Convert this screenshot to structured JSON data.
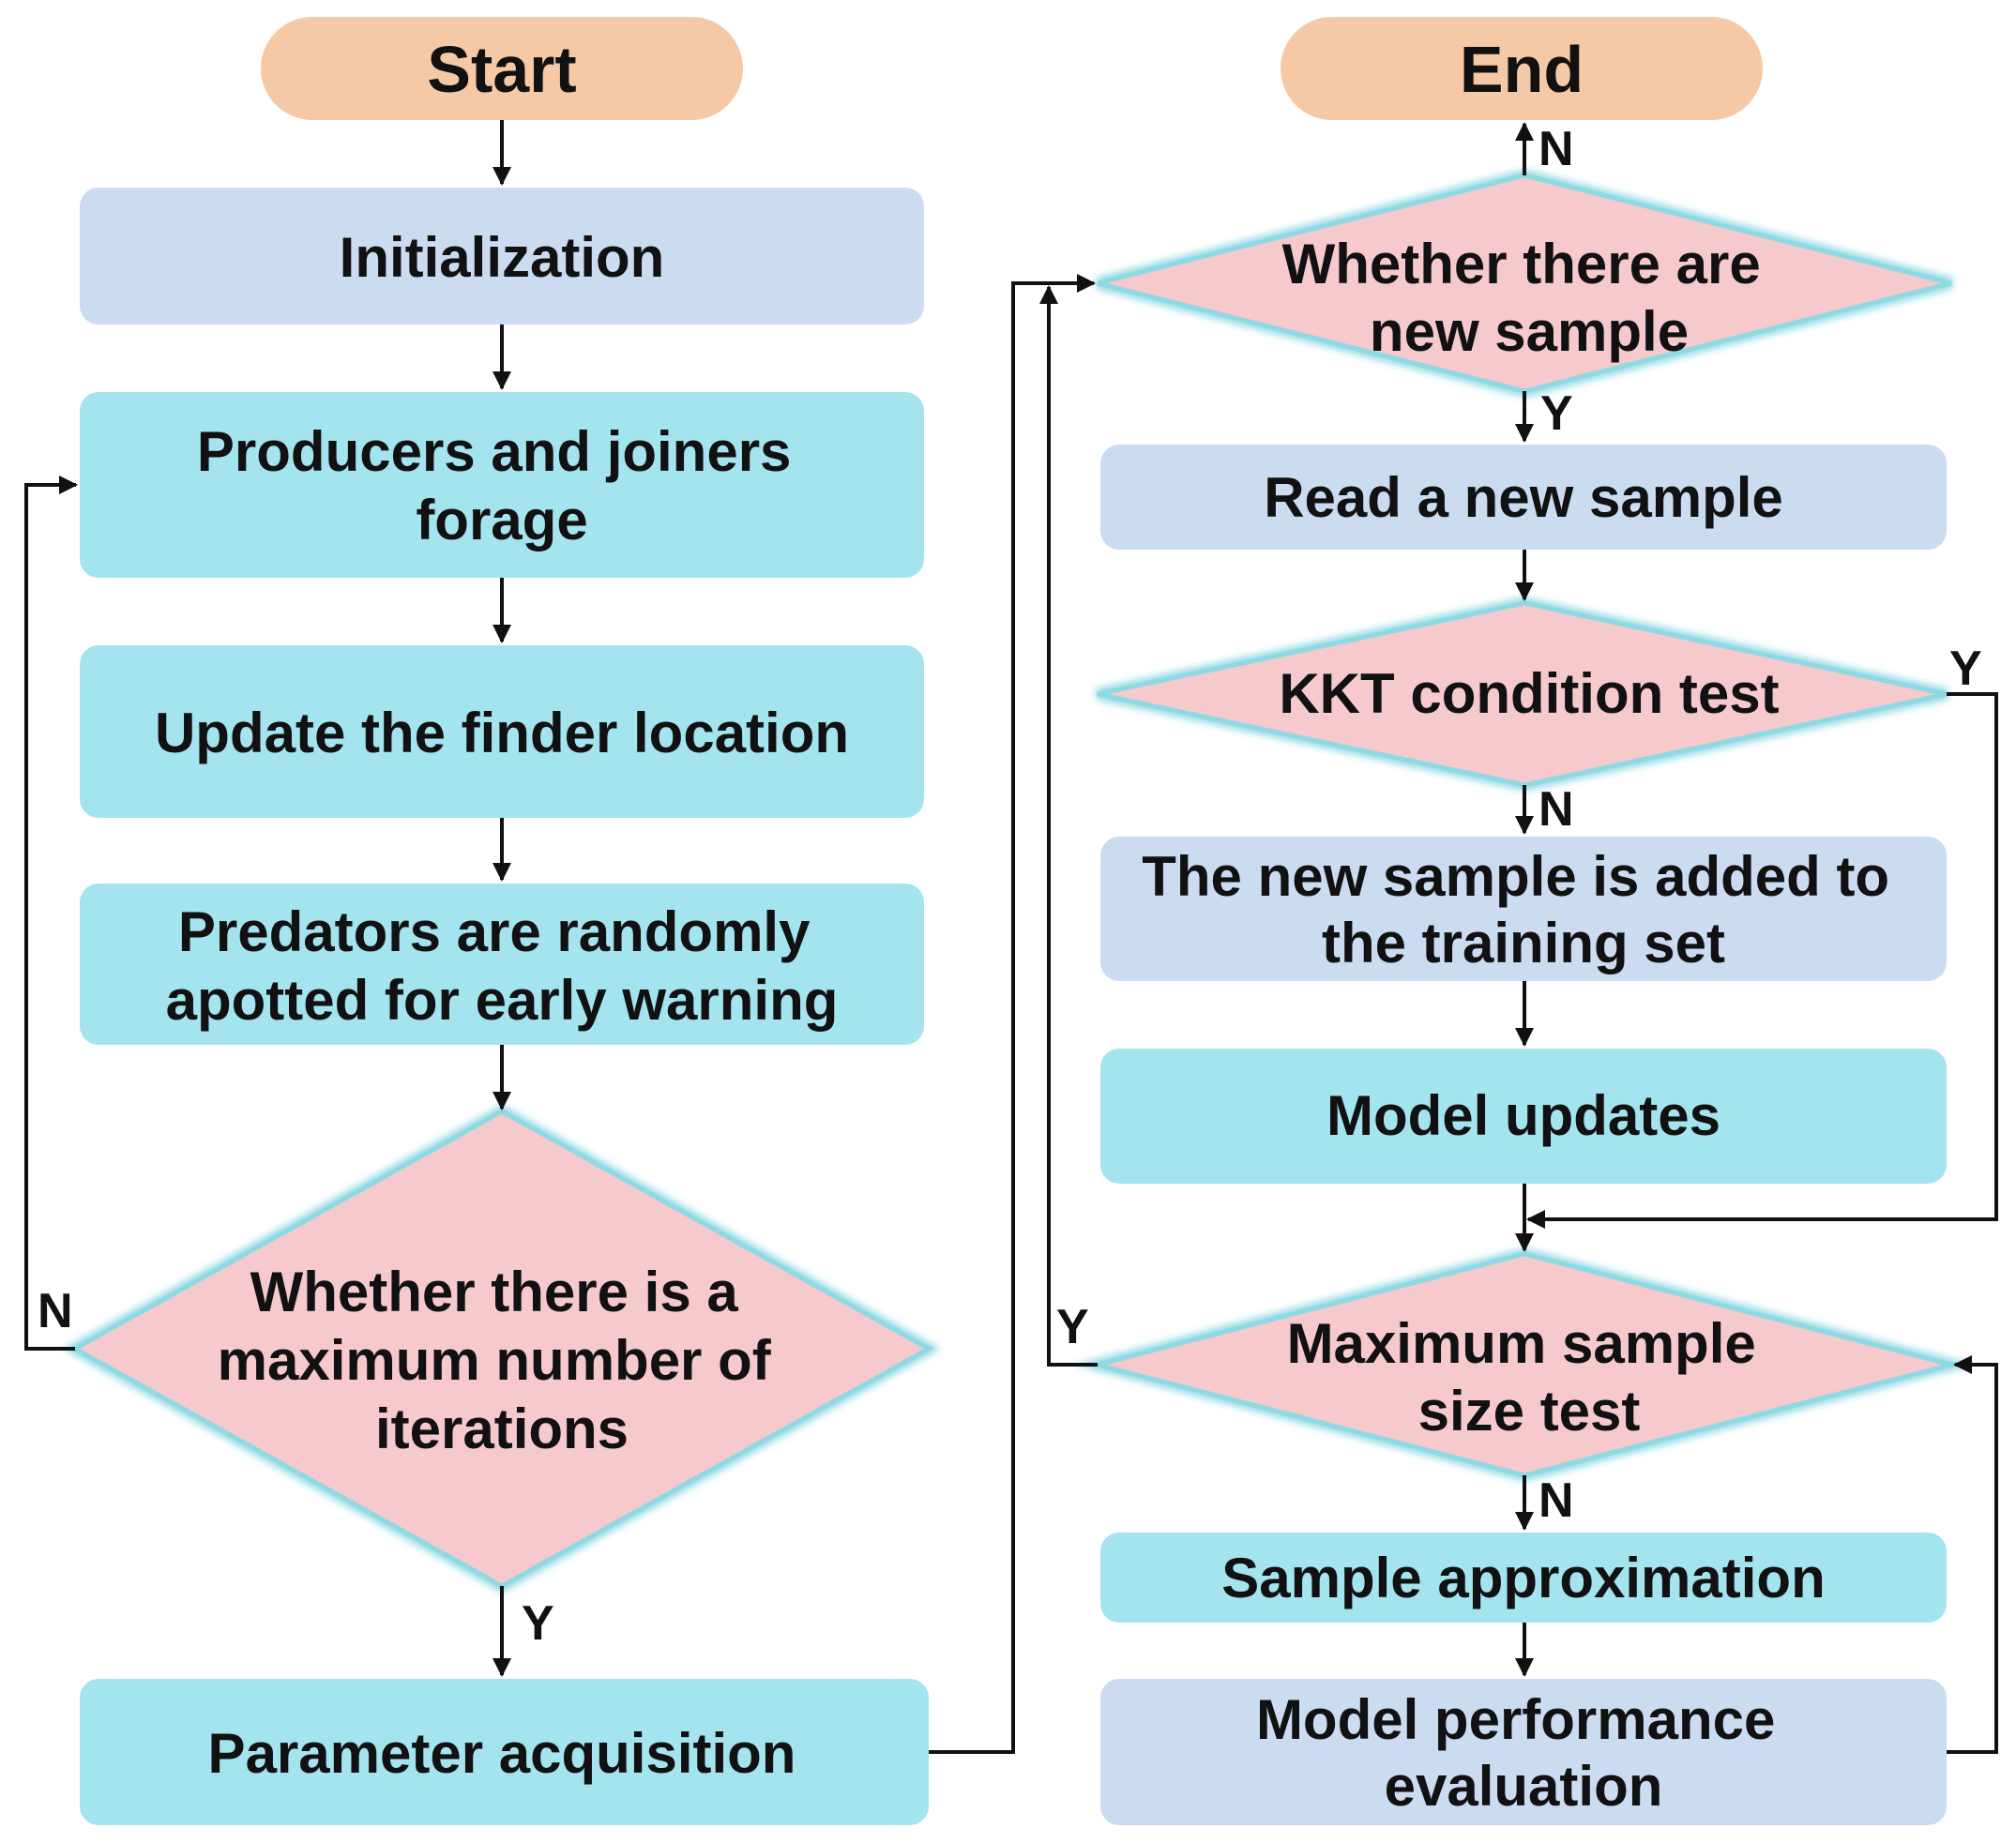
{
  "colors": {
    "terminal": "#f6c9a6",
    "process_blue": "#cbdcf1",
    "process_cyan": "#a4e4ee",
    "decision_fill": "#f6c9cc",
    "decision_border": "#8fd9e3",
    "line": "#111111"
  },
  "nodes": {
    "start": "Start",
    "end": "End",
    "initialization": "Initialization",
    "producers": [
      "Producers and joiners",
      "forage"
    ],
    "update_finder": "Update the finder location",
    "predators": [
      "Predators are randomly",
      "apotted for early warning"
    ],
    "max_iterations": [
      "Whether there is a",
      "maximum number of",
      "iterations"
    ],
    "parameter_acquisition": "Parameter acquisition",
    "new_sample_check": [
      "Whether there are",
      "new sample"
    ],
    "read_sample": "Read a new sample",
    "kkt_test": "KKT condition test",
    "add_training": [
      "The new sample is added to",
      "the training set"
    ],
    "model_updates": "Model updates",
    "max_sample_size": [
      "Maximum sample",
      "size test"
    ],
    "sample_approximation": "Sample approximation",
    "model_evaluation": [
      "Model performance",
      "evaluation"
    ]
  },
  "edge_labels": {
    "max_iter_no": "N",
    "max_iter_yes": "Y",
    "new_sample_no": "N",
    "new_sample_yes": "Y",
    "kkt_yes": "Y",
    "kkt_no": "N",
    "max_size_yes": "Y",
    "max_size_no": "N"
  }
}
